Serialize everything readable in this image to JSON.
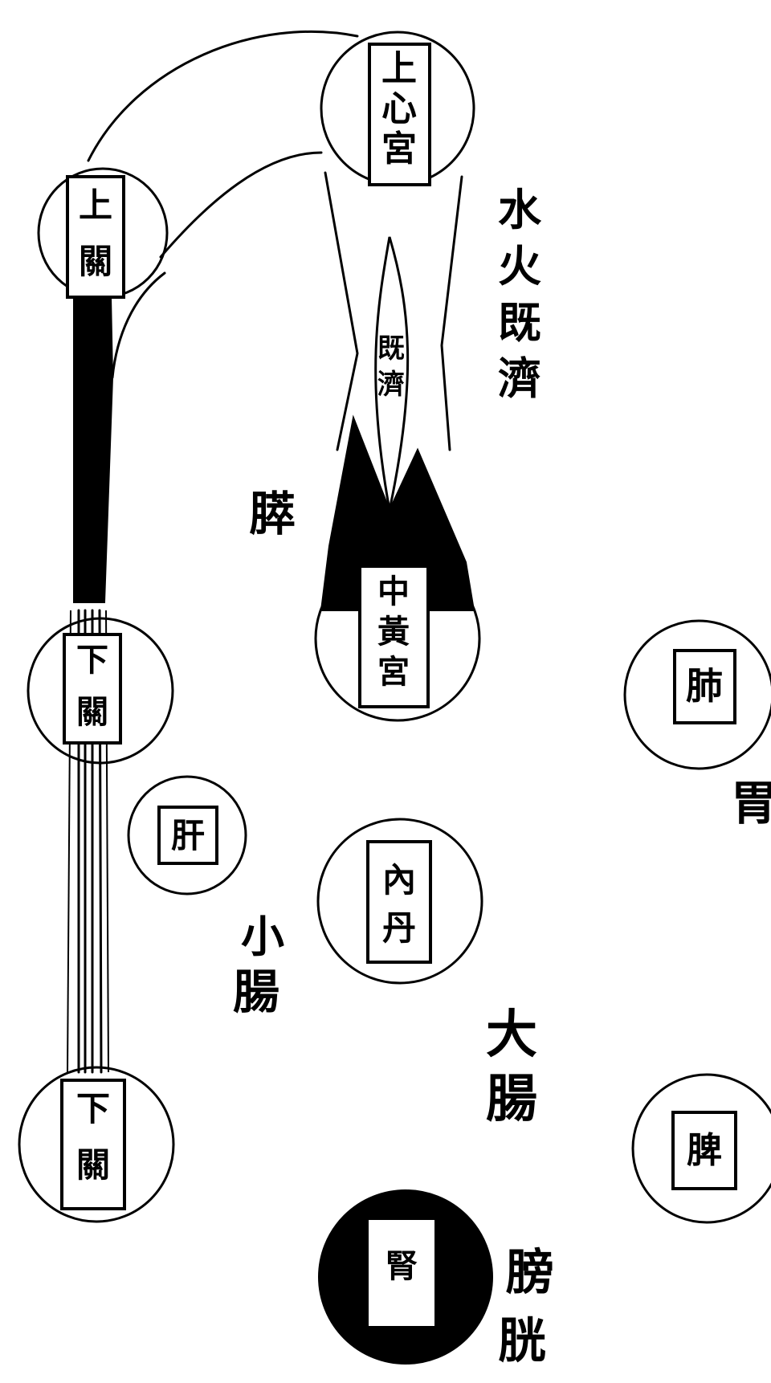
{
  "nodes": {
    "upper_gate": "上關",
    "upper_heart_palace": "上心宮",
    "middle_palace": "中黃宮",
    "liver": "肺",
    "lower_gate_mid": "下關",
    "kidney_small": "肝",
    "inner_dan": "內丹",
    "lower_gate": "下關",
    "spleen": "脾",
    "kidney_black": "腎"
  },
  "labels": {
    "water_fire": "水火既濟",
    "middle_mark": "膵",
    "stomach": "胃",
    "small_intestine": "小腸",
    "large_intestine": "大腸",
    "bladder": "膀胱"
  },
  "colors": {
    "ink": "#000000",
    "paper": "#ffffff"
  }
}
